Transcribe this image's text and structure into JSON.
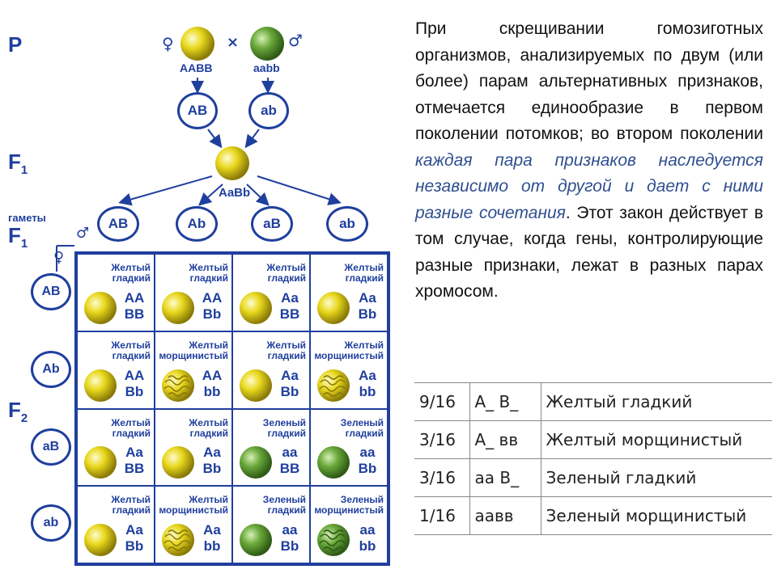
{
  "labels": {
    "p": "P",
    "f1": "F",
    "f1_sub": "1",
    "gametes": "гаметы",
    "f1b": "F",
    "f1b_sub": "1",
    "f2": "F",
    "f2_sub": "2"
  },
  "symbols": {
    "female": "♀",
    "male": "♂",
    "cross": "×"
  },
  "parents": {
    "mother": "AABB",
    "father": "aabb"
  },
  "parent_gametes": [
    "AB",
    "ab"
  ],
  "f1_genotype": "AaBb",
  "f1_gametes": [
    "AB",
    "Ab",
    "aB",
    "ab"
  ],
  "row_gametes": [
    "AB",
    "Ab",
    "aB",
    "ab"
  ],
  "colors": {
    "yellow": "#e8d81c",
    "green": "#6aa83a",
    "frame": "#1f3f9e"
  },
  "grid": [
    [
      {
        "phen": "Желтый\nгладкий",
        "geno": "AA\nBB",
        "pea": "yellow-smooth"
      },
      {
        "phen": "Желтый\nгладкий",
        "geno": "AA\nBb",
        "pea": "yellow-smooth"
      },
      {
        "phen": "Желтый\nгладкий",
        "geno": "Aa\nBB",
        "pea": "yellow-smooth"
      },
      {
        "phen": "Желтый\nгладкий",
        "geno": "Aa\nBb",
        "pea": "yellow-smooth"
      }
    ],
    [
      {
        "phen": "Желтый\nгладкий",
        "geno": "AA\nBb",
        "pea": "yellow-smooth"
      },
      {
        "phen": "Желтый\nморщинистый",
        "geno": "AA\nbb",
        "pea": "yellow-wrinkled"
      },
      {
        "phen": "Желтый\nгладкий",
        "geno": "Aa\nBb",
        "pea": "yellow-smooth"
      },
      {
        "phen": "Желтый\nморщинистый",
        "geno": "Aa\nbb",
        "pea": "yellow-wrinkled"
      }
    ],
    [
      {
        "phen": "Желтый\nгладкий",
        "geno": "Aa\nBB",
        "pea": "yellow-smooth"
      },
      {
        "phen": "Желтый\nгладкий",
        "geno": "Aa\nBb",
        "pea": "yellow-smooth"
      },
      {
        "phen": "Зеленый\nгладкий",
        "geno": "aa\nBB",
        "pea": "green-smooth"
      },
      {
        "phen": "Зеленый\nгладкий",
        "geno": "aa\nBb",
        "pea": "green-smooth"
      }
    ],
    [
      {
        "phen": "Желтый\nгладкий",
        "geno": "Aa\nBb",
        "pea": "yellow-smooth"
      },
      {
        "phen": "Желтый\nморщинистый",
        "geno": "Aa\nbb",
        "pea": "yellow-wrinkled"
      },
      {
        "phen": "Зеленый\nгладкий",
        "geno": "aa\nBb",
        "pea": "green-smooth"
      },
      {
        "phen": "Зеленый\nморщинистый",
        "geno": "aa\nbb",
        "pea": "green-wrinkled"
      }
    ]
  ],
  "text": {
    "part1": "При скрещивании гомозиготных организмов, анализируемых по двум (или более) парам альтернативных признаков, отмечается единообразие в первом поколении потомков; во втором поколении ",
    "emphasis": "каждая пара признаков наследуется независимо от другой и дает с ними разные сочетания",
    "part2": ". Этот закон действует в том случае, когда гены, контролирующие разные признаки, лежат в разных парах хромосом."
  },
  "results": [
    {
      "ratio": "9/16",
      "genotype": "А_ В_",
      "phenotype": "Желтый гладкий"
    },
    {
      "ratio": "3/16",
      "genotype": "А_ вв",
      "phenotype": "Желтый морщинистый"
    },
    {
      "ratio": "3/16",
      "genotype": "аа В_",
      "phenotype": "Зеленый гладкий"
    },
    {
      "ratio": "1/16",
      "genotype": "аавв",
      "phenotype": "Зеленый морщинистый"
    }
  ]
}
